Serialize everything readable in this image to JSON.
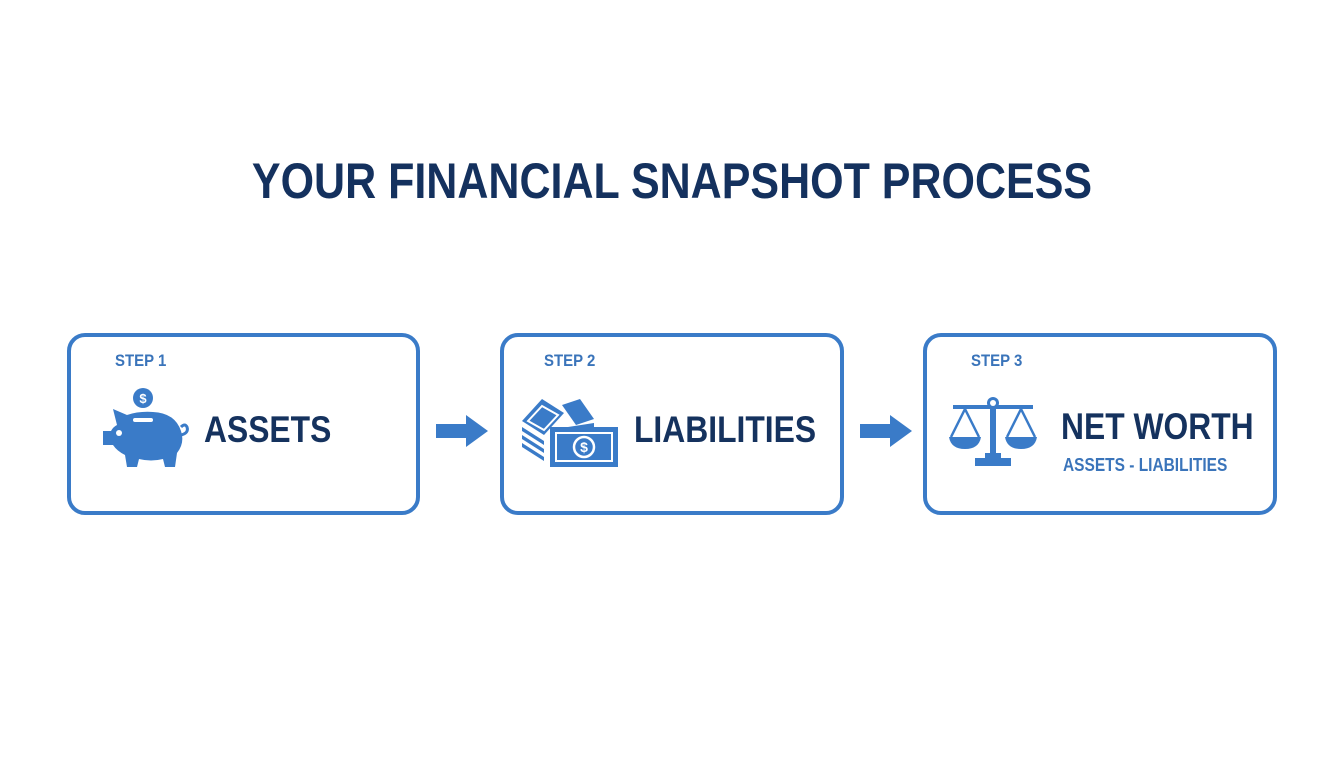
{
  "title": "YOUR FINANCIAL SNAPSHOT PROCESS",
  "colors": {
    "title": "#14315e",
    "accent": "#3a7bc8",
    "step_label": "#3a74ba",
    "label": "#15325e"
  },
  "steps": [
    {
      "step": "STEP 1",
      "label": "ASSETS",
      "icon": "piggy-bank-icon"
    },
    {
      "step": "STEP 2",
      "label": "LIABILITIES",
      "icon": "money-stack-icon"
    },
    {
      "step": "STEP 3",
      "label": "NET WORTH",
      "subtitle": "ASSETS - LIABILITIES",
      "icon": "balance-scale-icon"
    }
  ],
  "connectors": [
    "arrow-right-icon",
    "arrow-right-icon"
  ]
}
